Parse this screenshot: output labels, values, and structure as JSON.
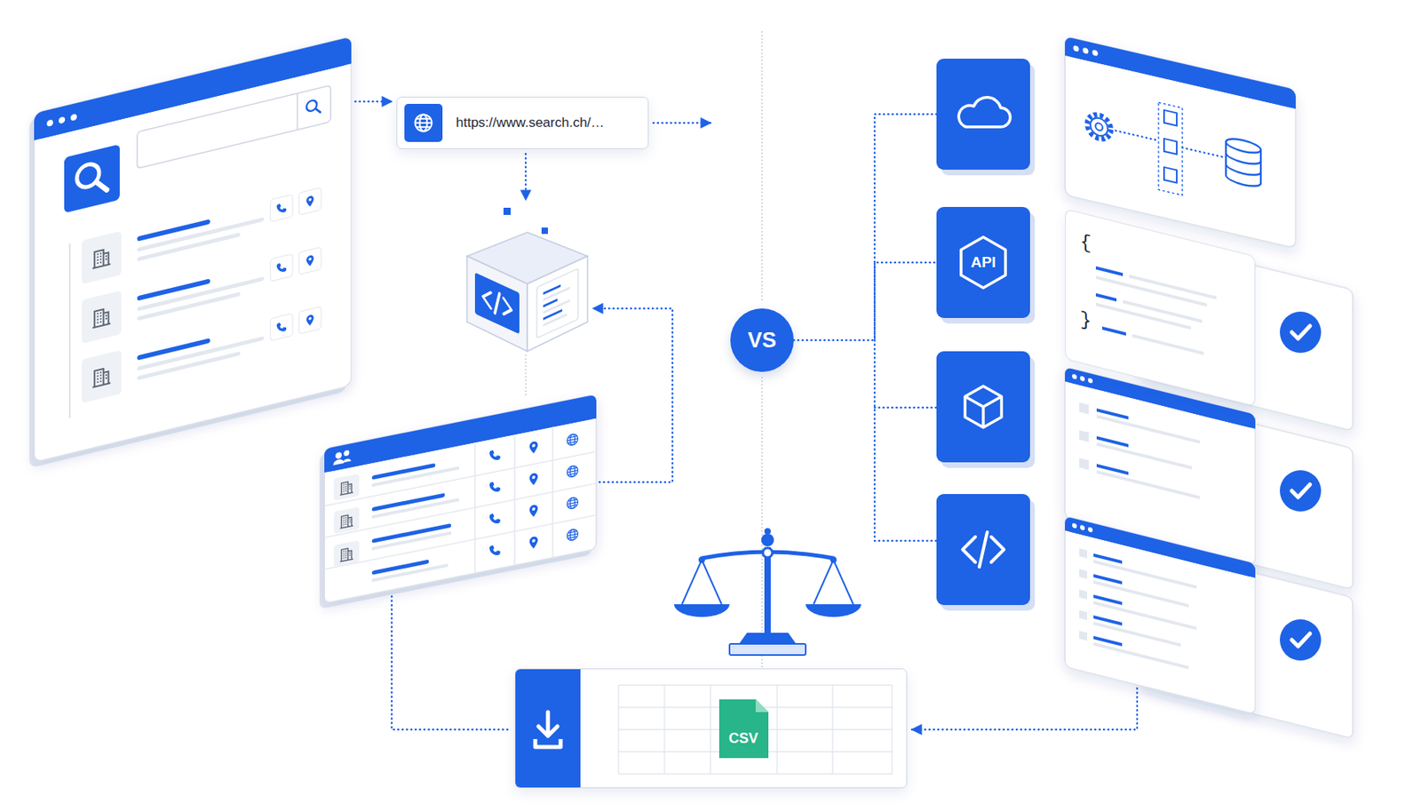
{
  "diagram": {
    "nodes": [
      {
        "text": [
          "https://www.search.ch/…"
        ]
      },
      {
        "text": [
          "VS"
        ]
      },
      {
        "text": [
          "API"
        ]
      },
      {
        "text": [
          "{",
          "}"
        ]
      },
      {
        "text": [
          "CSV"
        ]
      }
    ],
    "edges": [
      {
        "from": 1,
        "to": 2,
        "arrow": "none"
      }
    ]
  }
}
